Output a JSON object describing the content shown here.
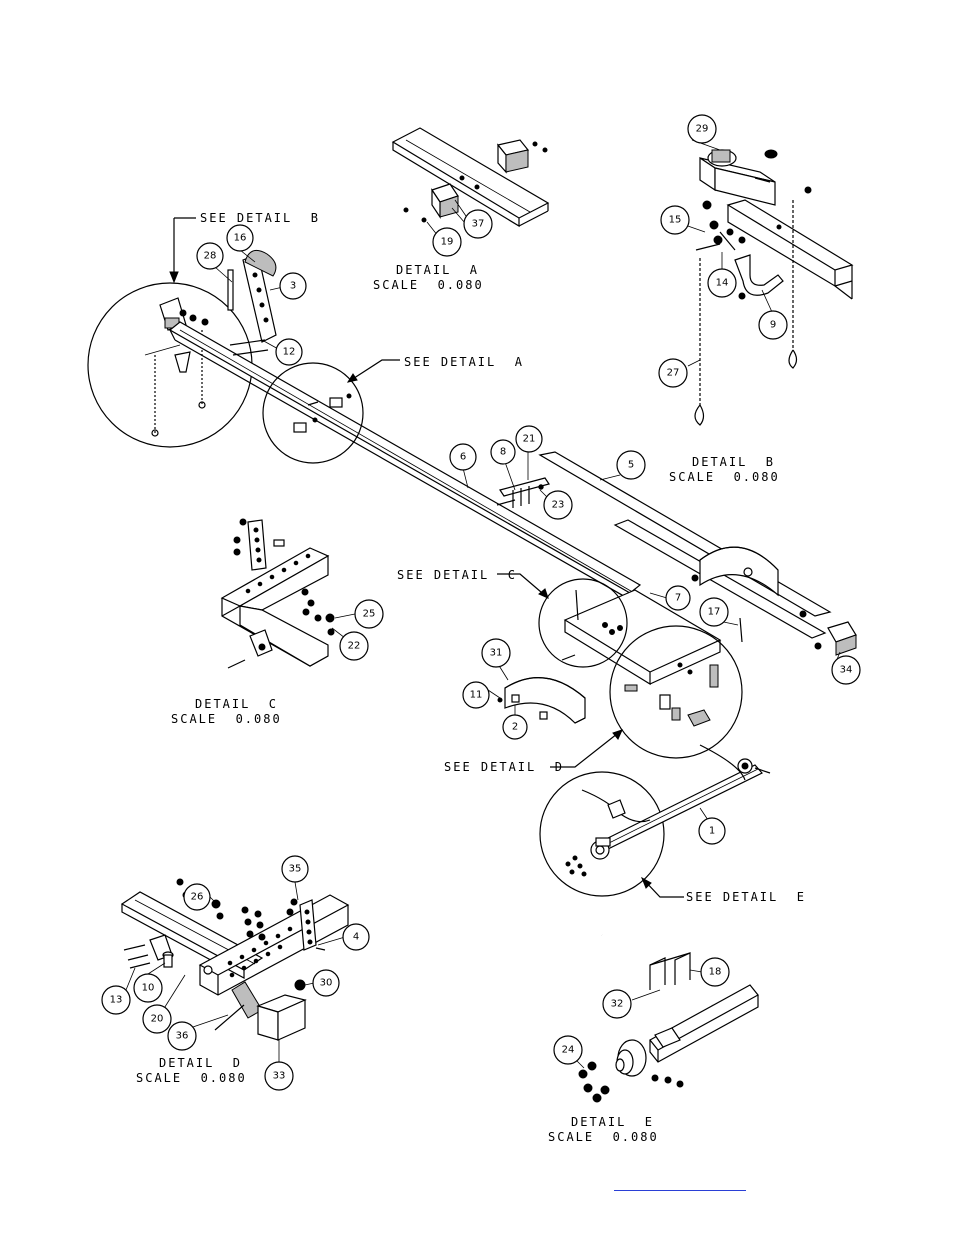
{
  "labels": {
    "see_detail_b": "SEE DETAIL  B",
    "see_detail_a": "SEE DETAIL  A",
    "see_detail_c": "SEE DETAIL  C",
    "see_detail_d": "SEE DETAIL  D",
    "see_detail_e": "SEE DETAIL  E"
  },
  "details": {
    "a": {
      "title": "DETAIL  A",
      "scale": "SCALE  0.080"
    },
    "b": {
      "title": "DETAIL  B",
      "scale": "SCALE  0.080"
    },
    "c": {
      "title": "DETAIL  C",
      "scale": "SCALE  0.080"
    },
    "d": {
      "title": "DETAIL  D",
      "scale": "SCALE  0.080"
    },
    "e": {
      "title": "DETAIL  E",
      "scale": "SCALE  0.080"
    }
  },
  "balloons": {
    "b1": "1",
    "b2": "2",
    "b3": "3",
    "b4": "4",
    "b5": "5",
    "b6": "6",
    "b7": "7",
    "b8": "8",
    "b9": "9",
    "b10": "10",
    "b11": "11",
    "b12": "12",
    "b13": "13",
    "b14": "14",
    "b15": "15",
    "b16": "16",
    "b17": "17",
    "b18": "18",
    "b19": "19",
    "b20": "20",
    "b21": "21",
    "b22": "22",
    "b23": "23",
    "b24": "24",
    "b25": "25",
    "b26": "26",
    "b27": "27",
    "b28": "28",
    "b29": "29",
    "b30": "30",
    "b31": "31",
    "b32": "32",
    "b33": "33",
    "b34": "34",
    "b35": "35",
    "b36": "36",
    "b37": "37"
  },
  "colors": {
    "line": "#000000",
    "link": "#2a3fd6"
  }
}
